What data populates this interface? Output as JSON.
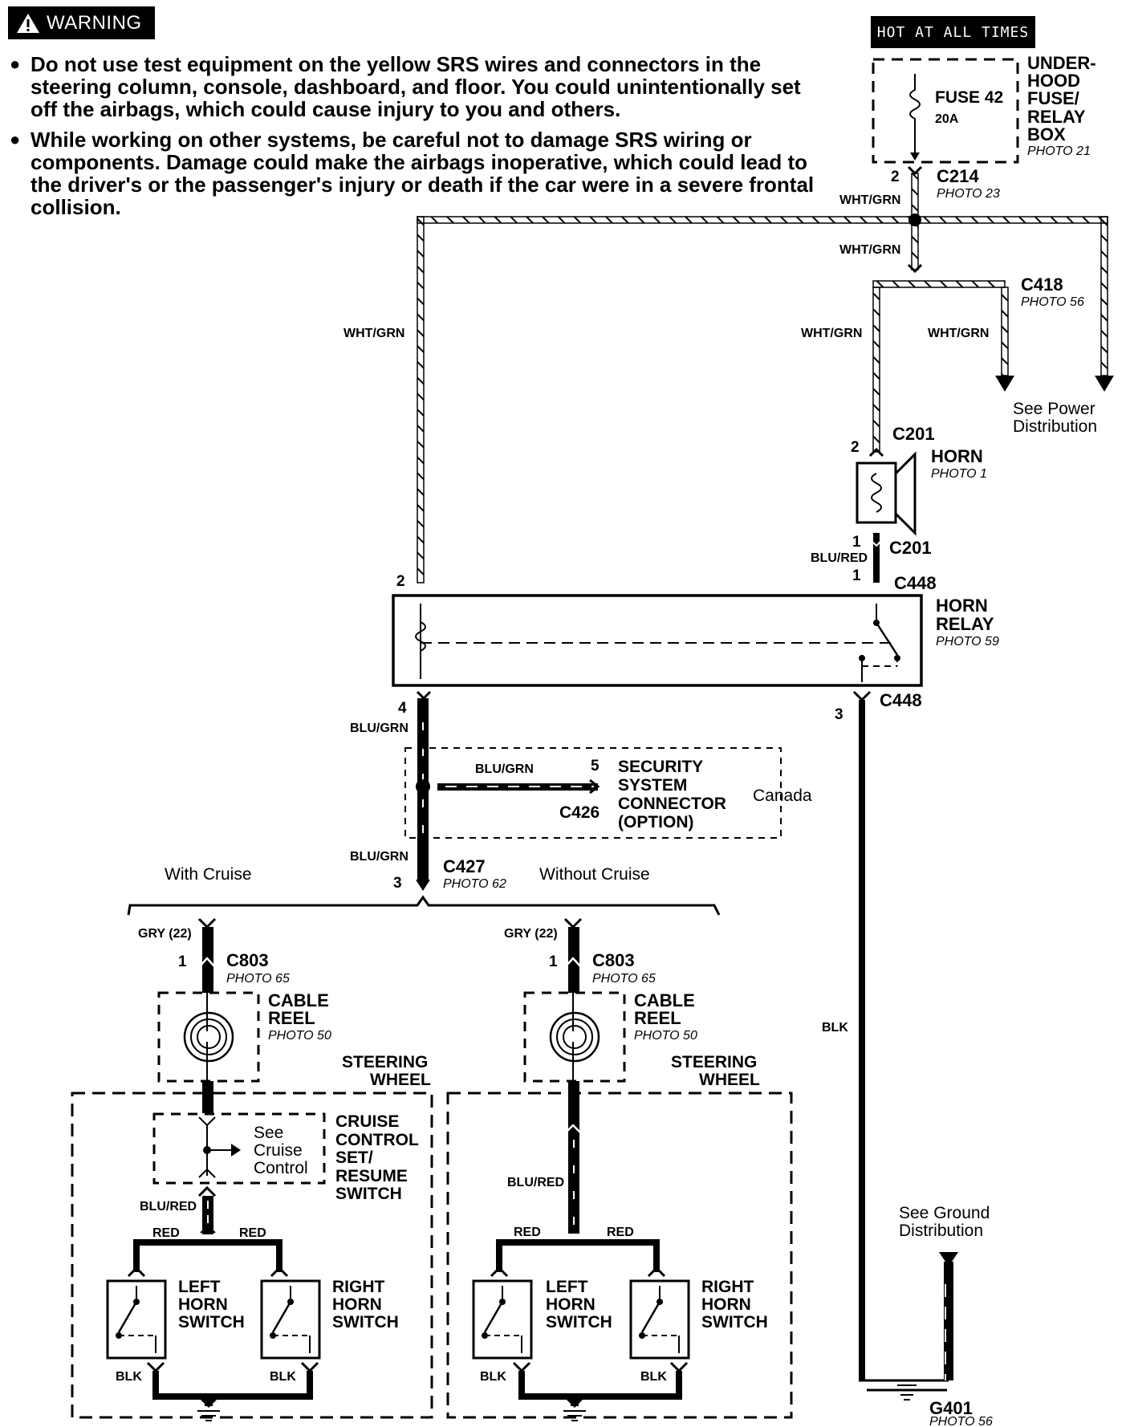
{
  "warning": {
    "label": "WARNING",
    "bullets": [
      "Do not use test equipment on the yellow SRS wires and connectors in the steering column, console, dashboard, and floor. You could unintentionally set off the airbags, which could cause injury to you and others.",
      "While working on other systems, be careful not to damage SRS wiring or components. Damage could make the airbags inoperative, which could lead to the driver's or the passenger's injury or death if the car were in a severe frontal collision."
    ]
  },
  "hot_at_all_times": "HOT AT ALL TIMES",
  "fuse_box": {
    "fuse": "FUSE 42",
    "rating": "20A",
    "name_lines": [
      "UNDER-",
      "HOOD",
      "FUSE/",
      "RELAY",
      "BOX"
    ],
    "photo": "PHOTO 21"
  },
  "connectors": {
    "c214": {
      "name": "C214",
      "photo": "PHOTO 23",
      "pin": "2"
    },
    "c418": {
      "name": "C418",
      "photo": "PHOTO 56"
    },
    "c201_top": {
      "name": "C201",
      "pin": "2"
    },
    "c201_bottom": {
      "name": "C201",
      "pin": "1"
    },
    "c448_top": {
      "name": "C448",
      "pin": "1"
    },
    "c448_bottom": {
      "name": "C448",
      "pin": "3"
    },
    "relay_pin2": "2",
    "relay_pin4": "4",
    "c426": {
      "name": "C426",
      "pin": "5"
    },
    "c427": {
      "name": "C427",
      "photo": "PHOTO 62",
      "pin": "3"
    },
    "c803_left": {
      "name": "C803",
      "photo": "PHOTO 65",
      "pin": "1"
    },
    "c803_right": {
      "name": "C803",
      "photo": "PHOTO 65",
      "pin": "1"
    },
    "g401": {
      "name": "G401",
      "photo": "PHOTO 56"
    }
  },
  "wires": {
    "wht_grn": "WHT/GRN",
    "blu_red": "BLU/RED",
    "blu_grn": "BLU/GRN",
    "blk": "BLK",
    "gry": "GRY (22)",
    "red": "RED"
  },
  "horn": {
    "name": "HORN",
    "photo": "PHOTO 1"
  },
  "horn_relay": {
    "line1": "HORN",
    "line2": "RELAY",
    "photo": "PHOTO 59"
  },
  "power_dist": [
    "See Power",
    "Distribution"
  ],
  "ground_dist": [
    "See Ground",
    "Distribution"
  ],
  "security": {
    "lines": [
      "SECURITY",
      "SYSTEM",
      "CONNECTOR",
      "(OPTION)"
    ],
    "region": "Canada"
  },
  "cruise_labels": {
    "with": "With Cruise",
    "without": "Without Cruise"
  },
  "cable_reel": {
    "line1": "CABLE",
    "line2": "REEL",
    "photo": "PHOTO 50"
  },
  "steering_wheel": [
    "STEERING",
    "WHEEL"
  ],
  "cruise_switch": {
    "lines": [
      "CRUISE",
      "CONTROL",
      "SET/",
      "RESUME",
      "SWITCH"
    ],
    "see": [
      "See",
      "Cruise",
      "Control"
    ]
  },
  "left_horn_switch": [
    "LEFT",
    "HORN",
    "SWITCH"
  ],
  "right_horn_switch": [
    "RIGHT",
    "HORN",
    "SWITCH"
  ]
}
